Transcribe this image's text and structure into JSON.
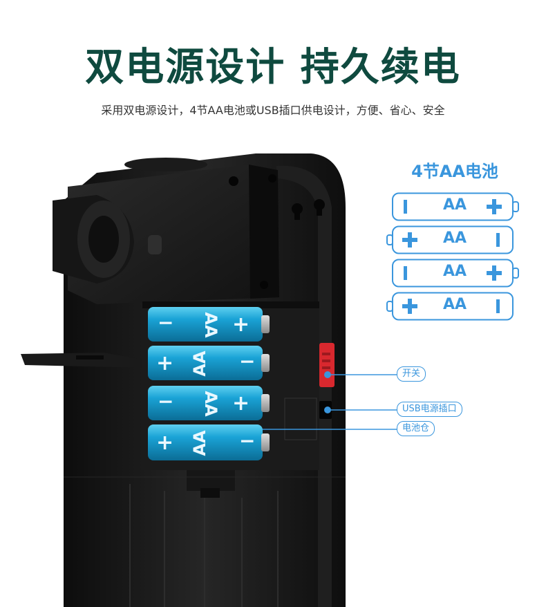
{
  "header": {
    "title": "双电源设计 持久续电",
    "subtitle": "采用双电源设计，4节AA电池或USB插口供电设计，方便、省心、安全"
  },
  "battery_panel": {
    "title": "4节AA电池",
    "battery_label": "AA",
    "icon_color": "#3a96dd"
  },
  "product_batteries": {
    "label": "AA",
    "color": "#1aa3d6"
  },
  "callouts": {
    "switch": "开关",
    "usb_port": "USB电源插口",
    "battery_compartment": "电池仓"
  },
  "colors": {
    "headline": "#0f4a3f",
    "accent": "#3a96dd",
    "device_body": "#141414",
    "switch_red": "#d8282e"
  }
}
